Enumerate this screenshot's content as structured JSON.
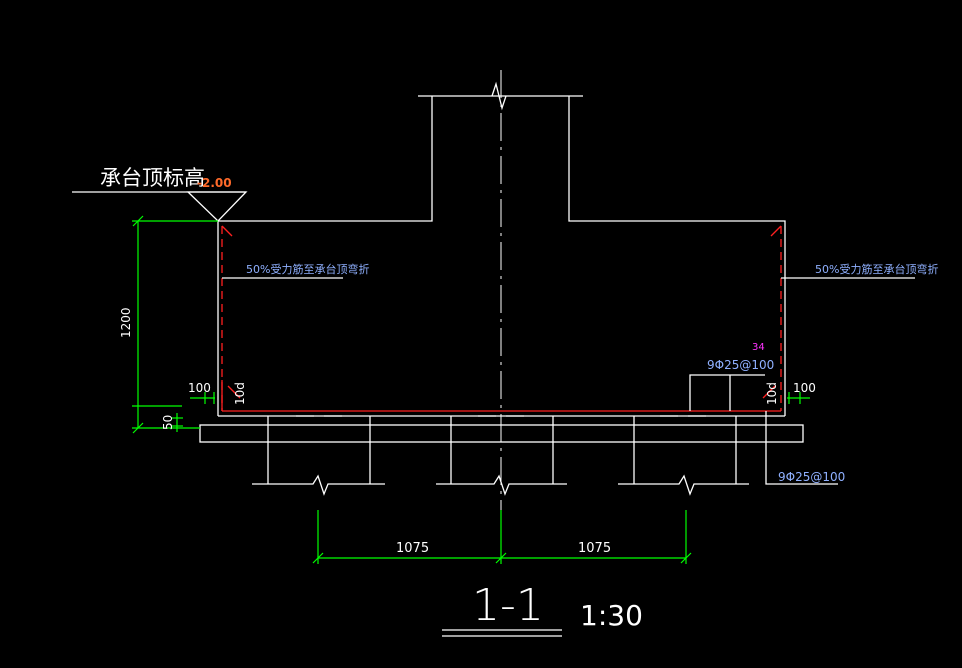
{
  "labels": {
    "elevation_label": "承台顶标高",
    "elevation_value": "-2.00",
    "note_left": "50%受力筋至承台顶弯折",
    "note_right": "50%受力筋至承台顶弯折",
    "rebar_top": "9Φ25@100",
    "rebar_bottom": "9Φ25@100",
    "rebar_count": "34",
    "anchor_left": "10d",
    "anchor_right": "10d"
  },
  "dimensions": {
    "height": "1200",
    "cover": "50",
    "edge_left": "100",
    "edge_right": "100",
    "span_left": "1075",
    "span_right": "1075"
  },
  "title": {
    "section": "1-1",
    "scale": "1:30"
  },
  "colors": {
    "background": "#000000",
    "outline": "#ffffff",
    "dimension": "#00ff00",
    "rebar": "#ff2020",
    "annotation": "#8fb0ff",
    "elevation": "#ff6a2a",
    "count": "#ff33ff"
  }
}
